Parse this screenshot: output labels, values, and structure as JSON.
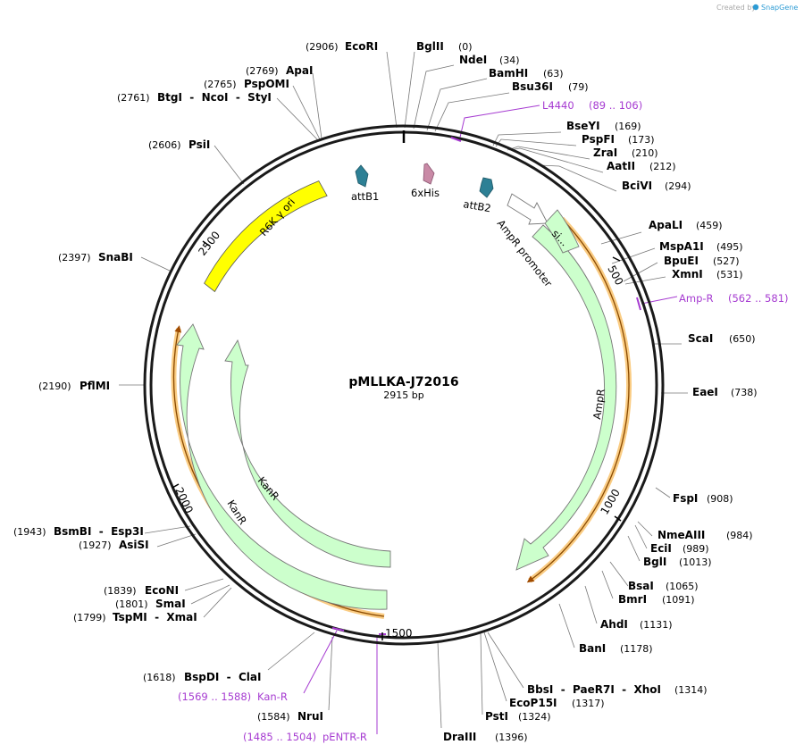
{
  "header": {
    "created_by": "Created by",
    "brand": "SnapGene"
  },
  "plasmid": {
    "name": "pMLLKA-J72016",
    "size": "2915 bp"
  },
  "ticks": [
    "500",
    "1000",
    "1500",
    "2000",
    "2500"
  ],
  "colors": {
    "feature_fill": "#ccffcc",
    "primer": "#a63bd1",
    "ori": "#ffff00",
    "highlight": "#f6a21e",
    "attb": "#2d8095",
    "his": "#c98aa6"
  },
  "features": [
    {
      "label": "R6K γ ori",
      "type": "ori"
    },
    {
      "label": "AmpR",
      "type": "cds"
    },
    {
      "label": "AmpR promoter",
      "type": "promoter"
    },
    {
      "label": "si...",
      "type": "signal"
    },
    {
      "label": "KanR",
      "type": "cds"
    },
    {
      "label": "KanR",
      "type": "cds"
    },
    {
      "label": "attB1",
      "type": "site"
    },
    {
      "label": "6xHis",
      "type": "tag"
    },
    {
      "label": "attB2",
      "type": "site"
    }
  ],
  "sites": [
    {
      "name": "BglII",
      "pos": "(0)"
    },
    {
      "name": "NdeI",
      "pos": "(34)"
    },
    {
      "name": "BamHI",
      "pos": "(63)"
    },
    {
      "name": "Bsu36I",
      "pos": "(79)"
    },
    {
      "name": "BseYI",
      "pos": "(169)"
    },
    {
      "name": "PspFI",
      "pos": "(173)"
    },
    {
      "name": "ZraI",
      "pos": "(210)"
    },
    {
      "name": "AatII",
      "pos": "(212)"
    },
    {
      "name": "BciVI",
      "pos": "(294)"
    },
    {
      "name": "ApaLI",
      "pos": "(459)"
    },
    {
      "name": "MspA1I",
      "pos": "(495)"
    },
    {
      "name": "BpuEI",
      "pos": "(527)"
    },
    {
      "name": "XmnI",
      "pos": "(531)"
    },
    {
      "name": "ScaI",
      "pos": "(650)"
    },
    {
      "name": "EaeI",
      "pos": "(738)"
    },
    {
      "name": "FspI",
      "pos": "(908)"
    },
    {
      "name": "NmeAIII",
      "pos": "(984)"
    },
    {
      "name": "EciI",
      "pos": "(989)"
    },
    {
      "name": "BglI",
      "pos": "(1013)"
    },
    {
      "name": "BsaI",
      "pos": "(1065)"
    },
    {
      "name": "BmrI",
      "pos": "(1091)"
    },
    {
      "name": "AhdI",
      "pos": "(1131)"
    },
    {
      "name": "BanI",
      "pos": "(1178)"
    },
    {
      "name": "BbsI  -  PaeR7I  -  XhoI",
      "pos": "(1314)"
    },
    {
      "name": "EcoP15I",
      "pos": "(1317)"
    },
    {
      "name": "PstI",
      "pos": "(1324)"
    },
    {
      "name": "DraIII",
      "pos": "(1396)"
    },
    {
      "name": "NruI",
      "pos": "(1584)"
    },
    {
      "name": "BspDI  -  ClaI",
      "pos": "(1618)"
    },
    {
      "name": "TspMI  -  XmaI",
      "pos": "(1799)"
    },
    {
      "name": "SmaI",
      "pos": "(1801)"
    },
    {
      "name": "EcoNI",
      "pos": "(1839)"
    },
    {
      "name": "AsiSI",
      "pos": "(1927)"
    },
    {
      "name": "BsmBI  -  Esp3I",
      "pos": "(1943)"
    },
    {
      "name": "PflMI",
      "pos": "(2190)"
    },
    {
      "name": "SnaBI",
      "pos": "(2397)"
    },
    {
      "name": "PsiI",
      "pos": "(2606)"
    },
    {
      "name": "BtgI  -  NcoI  -  StyI",
      "pos": "(2761)"
    },
    {
      "name": "PspOMI",
      "pos": "(2765)"
    },
    {
      "name": "ApaI",
      "pos": "(2769)"
    },
    {
      "name": "EcoRI",
      "pos": "(2906)"
    }
  ],
  "primers": [
    {
      "name": "L4440",
      "pos": "(89 .. 106)"
    },
    {
      "name": "Amp-R",
      "pos": "(562 .. 581)"
    },
    {
      "name": "Kan-R",
      "pos": "(1569 .. 1588)"
    },
    {
      "name": "pENTR-R",
      "pos": "(1485 .. 1504)"
    }
  ]
}
